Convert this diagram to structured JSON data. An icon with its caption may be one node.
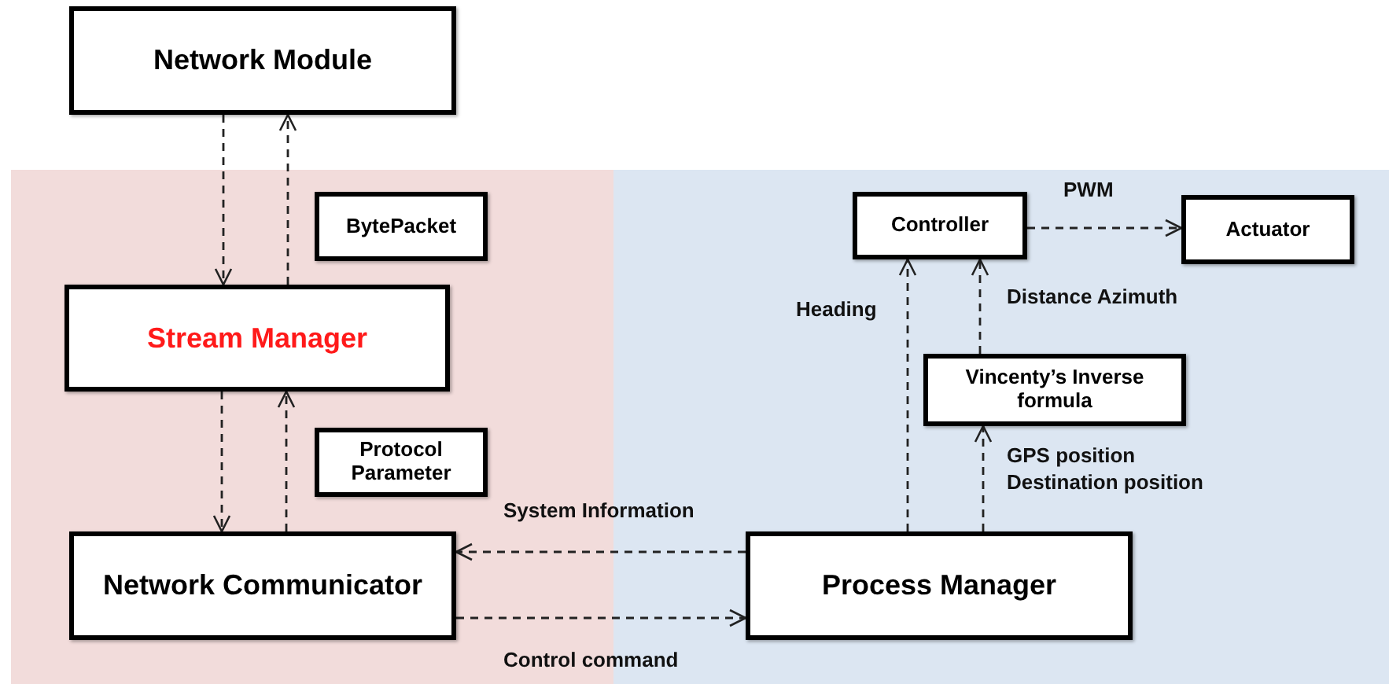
{
  "diagram": {
    "nodes": [
      {
        "text": [
          "Network Module"
        ]
      },
      {
        "text": [
          "BytePacket"
        ]
      },
      {
        "text": [
          "Stream Manager"
        ]
      },
      {
        "text": [
          "Protocol Parameter"
        ]
      },
      {
        "text": [
          "Network Communicator"
        ]
      },
      {
        "text": [
          "Controller"
        ]
      },
      {
        "text": [
          "Actuator"
        ]
      },
      {
        "text": [
          "Vincenty’s Inverse formula"
        ]
      },
      {
        "text": [
          "Process Manager"
        ]
      }
    ],
    "edges": [
      {
        "from": 0,
        "to": 2,
        "arrow": "to",
        "style": "dashed"
      },
      {
        "from": 2,
        "to": 0,
        "arrow": "to",
        "style": "dashed"
      },
      {
        "from": 2,
        "to": 4,
        "arrow": "to",
        "style": "dashed"
      },
      {
        "from": 4,
        "to": 2,
        "arrow": "to",
        "style": "dashed"
      },
      {
        "from": 8,
        "to": 4,
        "arrow": "to",
        "style": "dashed",
        "label": "System Information"
      },
      {
        "from": 4,
        "to": 8,
        "arrow": "to",
        "style": "dashed",
        "label": "Control command"
      },
      {
        "from": 8,
        "to": 5,
        "arrow": "to",
        "style": "dashed",
        "label": "Heading"
      },
      {
        "from": 7,
        "to": 5,
        "arrow": "to",
        "style": "dashed",
        "label": "Distance Azimuth"
      },
      {
        "from": 8,
        "to": 7,
        "arrow": "to",
        "style": "dashed",
        "label": "GPS position Destination position"
      },
      {
        "from": 5,
        "to": 6,
        "arrow": "to",
        "style": "dashed",
        "label": "PWM"
      }
    ]
  }
}
